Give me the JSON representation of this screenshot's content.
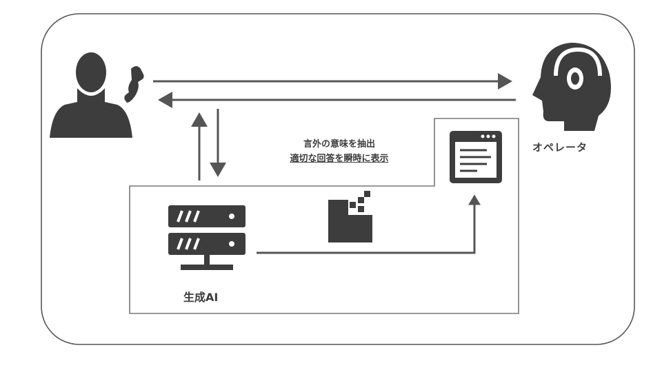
{
  "operator": {
    "label": "オペレータ"
  },
  "ai": {
    "label": "生成AI"
  },
  "caption": {
    "line1": "言外の意味を抽出",
    "line2": "適切な回答を瞬時に表示"
  },
  "colors": {
    "ink": "#3d3d3d",
    "frame": "#555555",
    "background": "#ffffff"
  },
  "icons": {
    "customer": "customer-with-phone-icon",
    "operator": "operator-headset-icon",
    "ai": "server-icon",
    "screen": "browser-window-icon",
    "processing": "data-blocks-icon"
  }
}
